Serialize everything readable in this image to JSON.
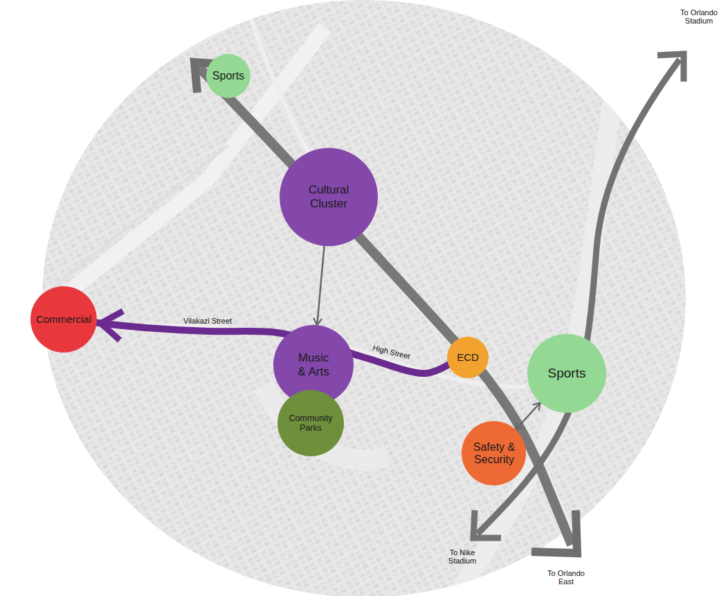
{
  "diagram": {
    "nodes": [
      {
        "text": [
          "Sports"
        ]
      },
      {
        "text": [
          "Cultural Cluster"
        ]
      },
      {
        "text": [
          "Commercial"
        ]
      },
      {
        "text": [
          "Music & Arts"
        ]
      },
      {
        "text": [
          "Community Parks"
        ]
      },
      {
        "text": [
          "ECD"
        ]
      },
      {
        "text": [
          "Sports"
        ]
      },
      {
        "text": [
          "Safety & Security"
        ]
      }
    ],
    "edges": [
      {
        "from": 5,
        "to": 2,
        "arrow": "to",
        "label": "Vilakazi Street"
      },
      {
        "from": 1,
        "to": 3,
        "arrow": "to"
      },
      {
        "from": 6,
        "to": 7,
        "arrow": "both"
      }
    ],
    "labels": [
      "High Street",
      "To Orlando Stadium",
      "To Nike Stadium",
      "To Orlando East"
    ]
  }
}
